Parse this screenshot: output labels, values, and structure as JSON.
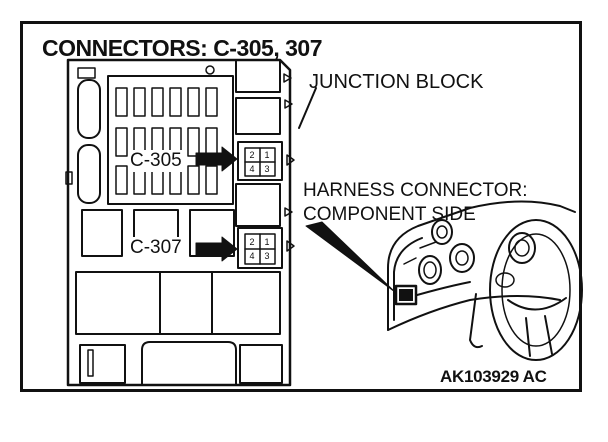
{
  "diagram": {
    "title": "CONNECTORS: C-305, 307",
    "junction_block_label": "JUNCTION BLOCK",
    "harness_label_line1": "HARNESS CONNECTOR:",
    "harness_label_line2": "COMPONENT SIDE",
    "connectors": [
      {
        "label": "C-305",
        "pins_top": [
          "2",
          "1"
        ],
        "pins_bottom": [
          "4",
          "3"
        ]
      },
      {
        "label": "C-307",
        "pins_top": [
          "2",
          "1"
        ],
        "pins_bottom": [
          "4",
          "3"
        ]
      }
    ],
    "figure_code": "AK103929 AC"
  }
}
